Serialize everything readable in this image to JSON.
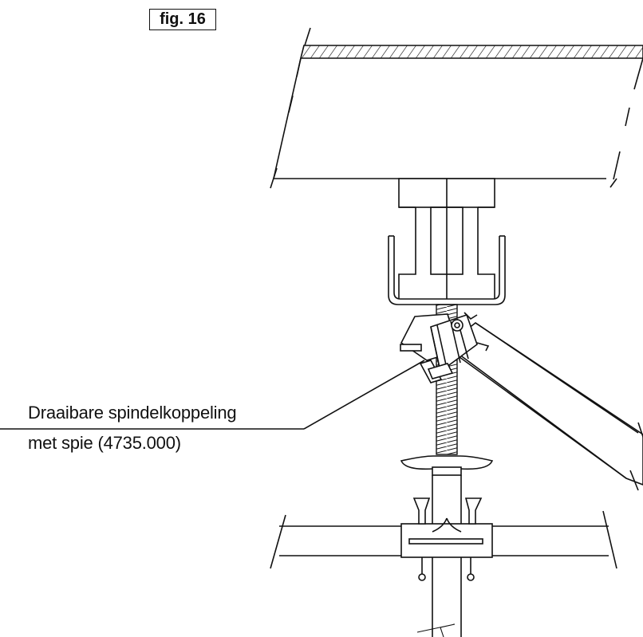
{
  "figure_label": "fig. 16",
  "callout": {
    "line1": "Draaibare spindelkoppeling",
    "line2": "met spie (4735.000)"
  }
}
